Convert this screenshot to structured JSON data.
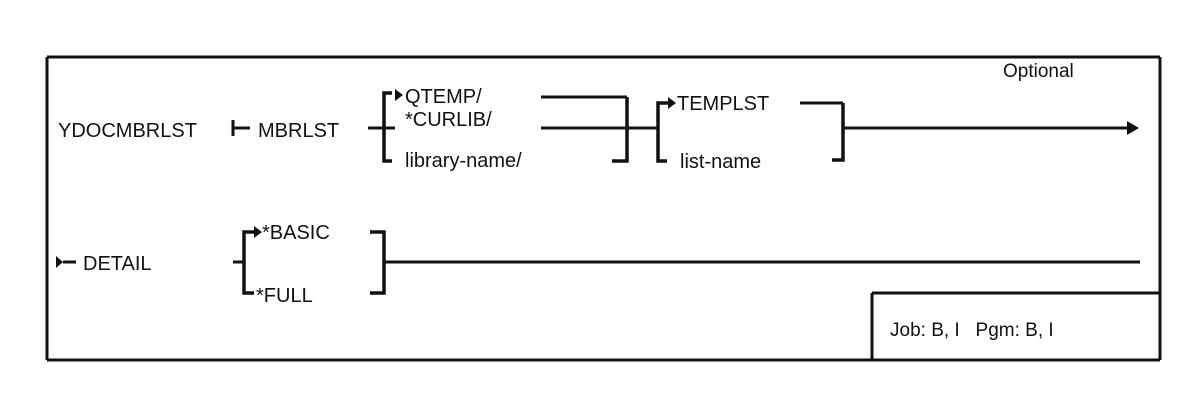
{
  "diagram": {
    "command": "YDOCMBRLST",
    "parameter1": {
      "keyword": "MBRLST",
      "library_options": [
        "QTEMP/",
        "*CURLIB/",
        "library-name/"
      ],
      "list_options": [
        "TEMPLST",
        "list-name"
      ]
    },
    "optional_label": "Optional",
    "parameter2": {
      "keyword": "DETAIL",
      "options": [
        "*BASIC",
        "*FULL"
      ]
    },
    "environment": "Job: B, I   Pgm: B, I"
  }
}
